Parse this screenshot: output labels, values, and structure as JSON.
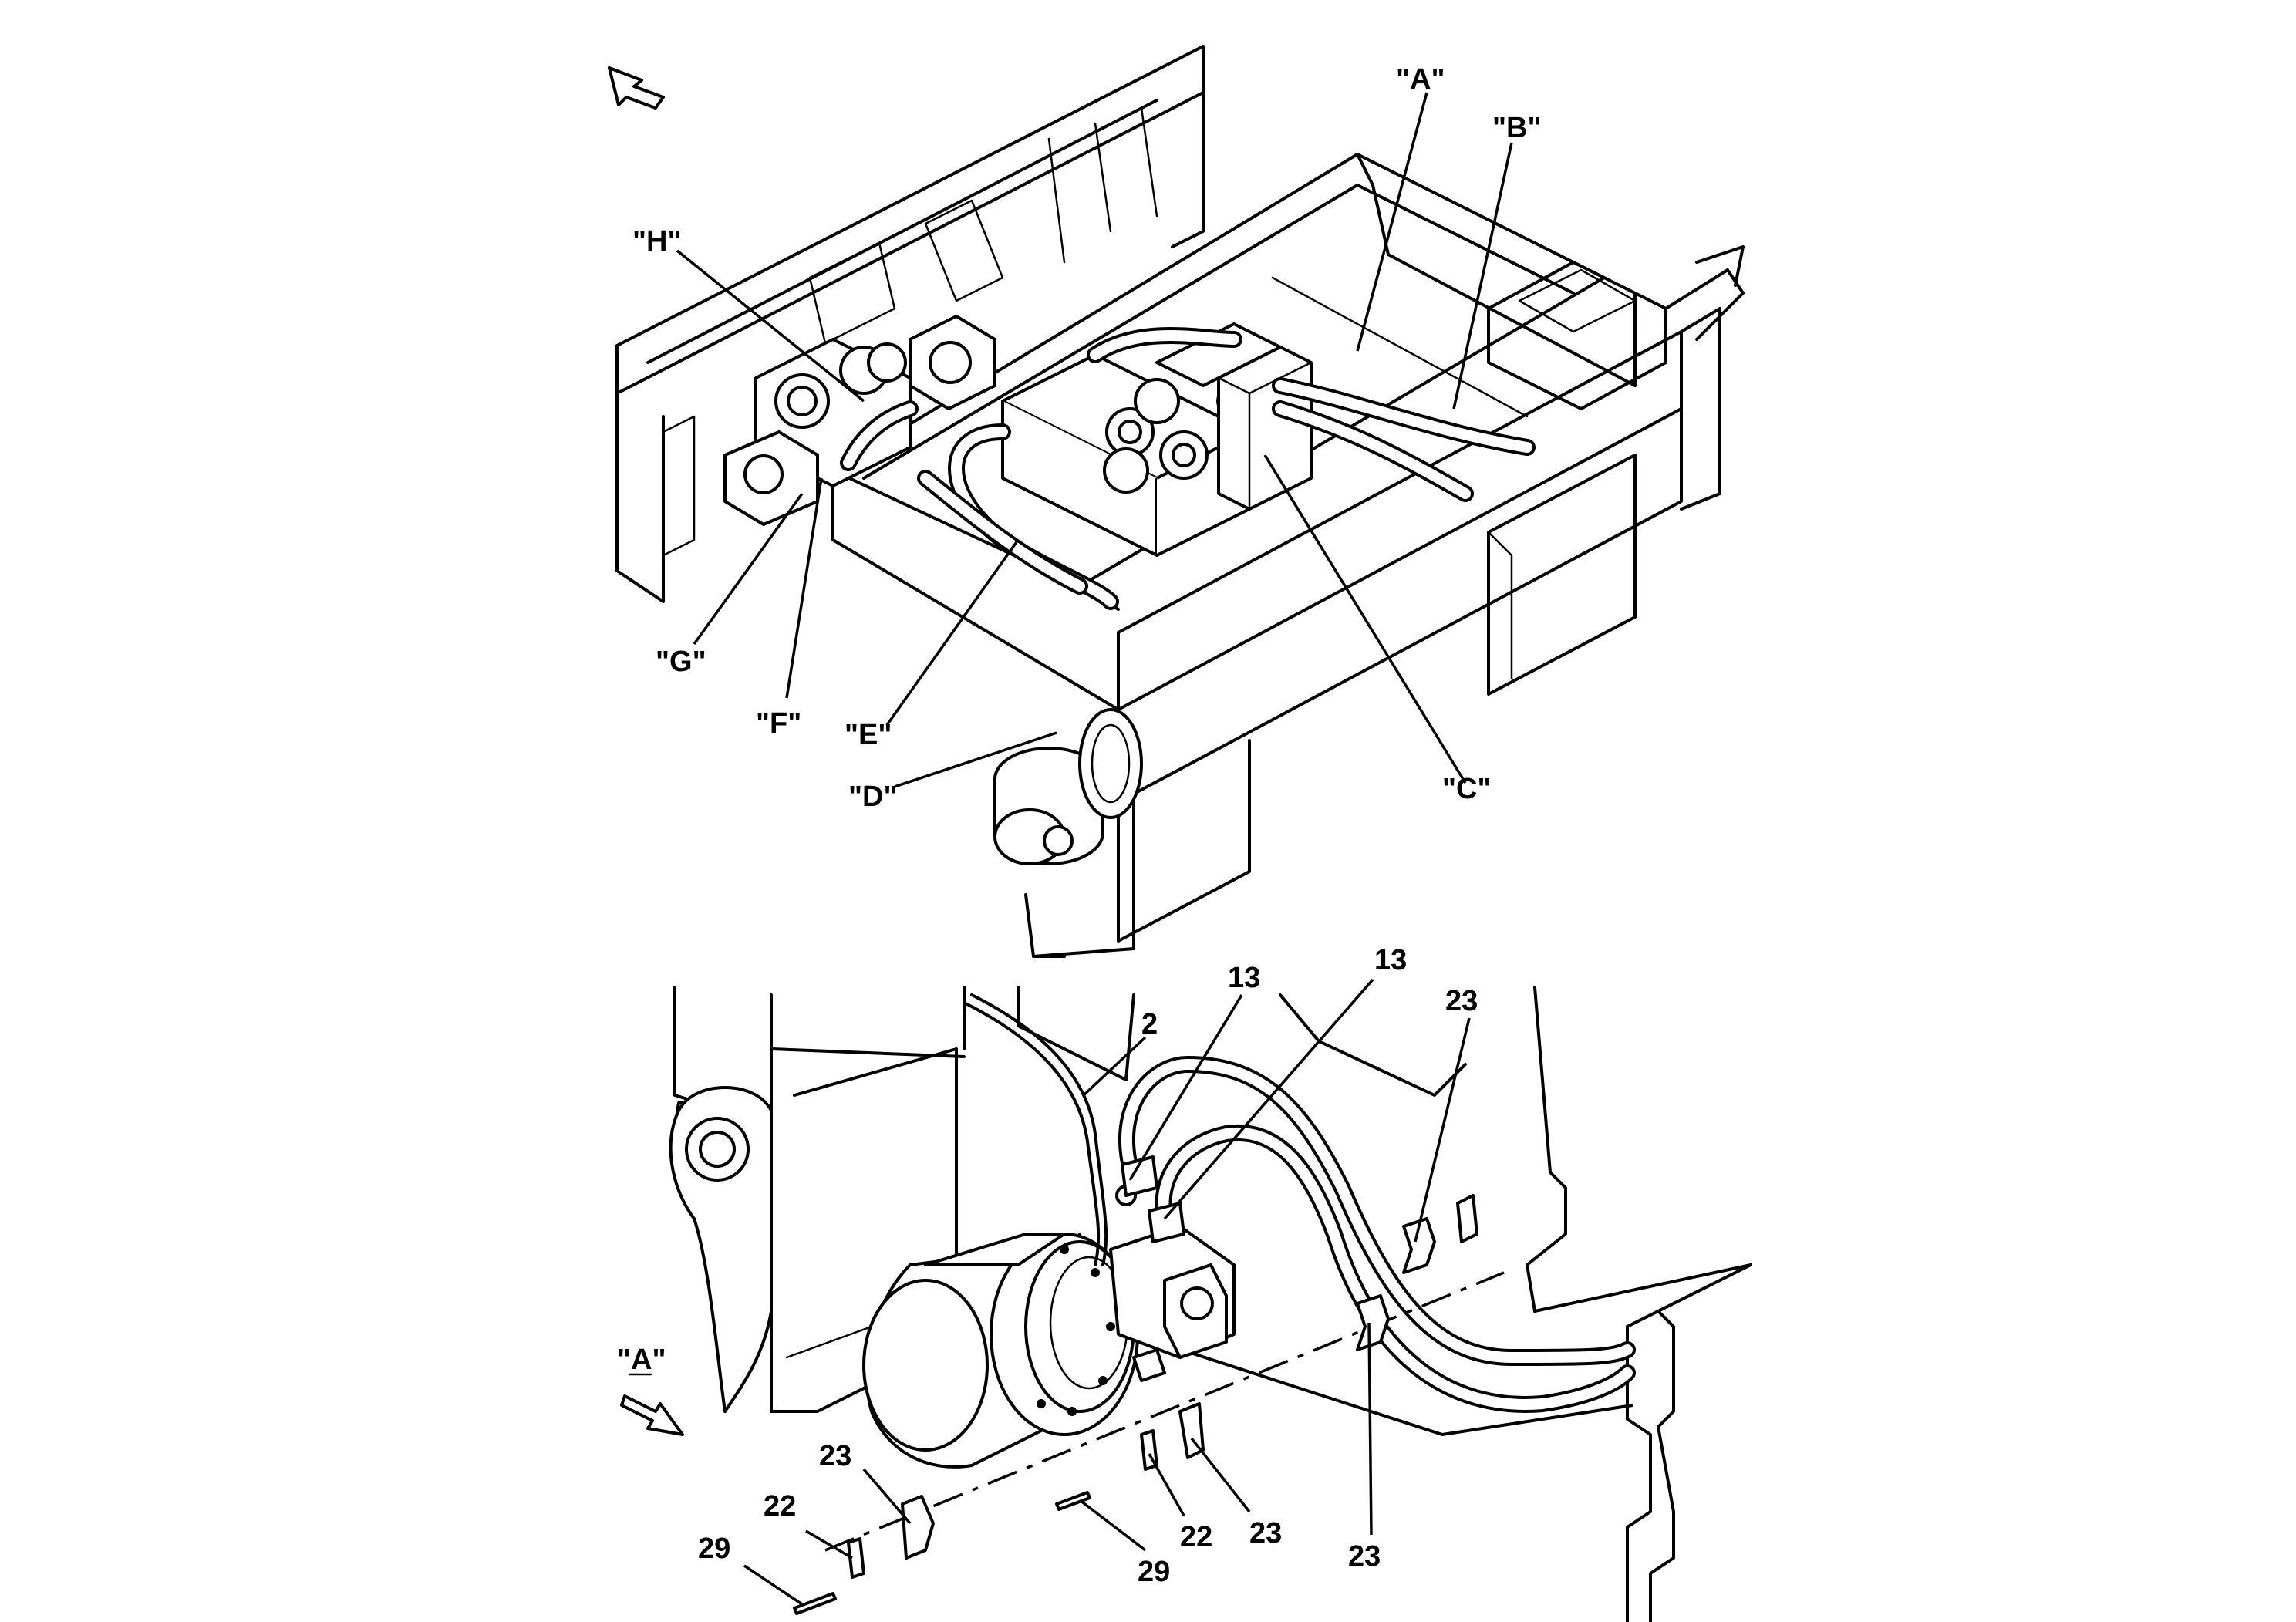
{
  "view_refs": {
    "A": "\"A\"",
    "B": "\"B\"",
    "C": "\"C\"",
    "D": "\"D\"",
    "E": "\"E\"",
    "F": "\"F\"",
    "G": "\"G\"",
    "H": "\"H\""
  },
  "detail_view_label": "\"A\"",
  "part_numbers": {
    "hose_2": "2",
    "hose_13_left": "13",
    "hose_13_right": "13",
    "clamp_23_top_right": "23",
    "clamp_23_mid_right": "23",
    "clamp_23_center": "23",
    "clamp_23_left": "23",
    "plate_22_left": "22",
    "plate_22_center": "22",
    "screw_29_left": "29",
    "screw_29_center": "29"
  }
}
